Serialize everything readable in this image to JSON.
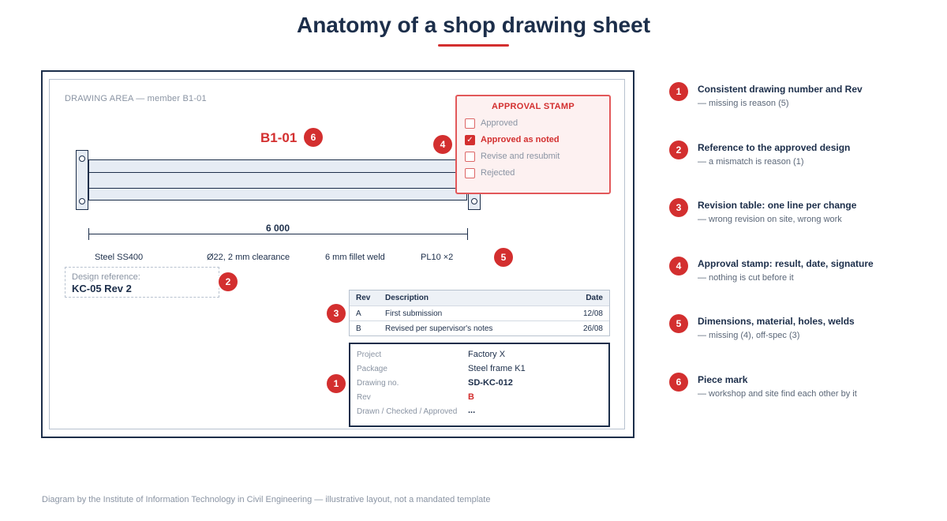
{
  "title": "Anatomy of a shop drawing sheet",
  "sheet": {
    "area_label": "DRAWING AREA — member B1-01",
    "piece_mark": "B1-01",
    "dimension": "6 000",
    "specs": [
      "Steel SS400",
      "Ø22, 2 mm clearance",
      "6 mm fillet weld",
      "PL10 ×2"
    ],
    "design_reference": {
      "label": "Design reference:",
      "value": "KC-05 Rev 2"
    },
    "approval_stamp": {
      "title": "APPROVAL STAMP",
      "options": [
        {
          "label": "Approved",
          "checked": false
        },
        {
          "label": "Approved as noted",
          "checked": true
        },
        {
          "label": "Revise and resubmit",
          "checked": false
        },
        {
          "label": "Rejected",
          "checked": false
        }
      ],
      "check_glyph": "✓"
    },
    "revision_table": {
      "headers": {
        "rev": "Rev",
        "description": "Description",
        "date": "Date"
      },
      "rows": [
        {
          "rev": "A",
          "description": "First submission",
          "date": "12/08"
        },
        {
          "rev": "B",
          "description": "Revised per supervisor's notes",
          "date": "26/08"
        }
      ]
    },
    "title_block": [
      {
        "label": "Project",
        "value": "Factory X"
      },
      {
        "label": "Package",
        "value": "Steel frame K1"
      },
      {
        "label": "Drawing no.",
        "value": "SD-KC-012"
      },
      {
        "label": "Rev",
        "value": "B"
      },
      {
        "label": "Drawn / Checked / Approved",
        "value": "..."
      }
    ]
  },
  "badges": [
    "1",
    "2",
    "3",
    "4",
    "5",
    "6"
  ],
  "legend": [
    {
      "number": "1",
      "title": "Consistent drawing number and Rev",
      "note": "— missing is reason (5)"
    },
    {
      "number": "2",
      "title": "Reference to the approved design",
      "note": "— a mismatch is reason (1)"
    },
    {
      "number": "3",
      "title": "Revision table: one line per change",
      "note": "— wrong revision on site, wrong work"
    },
    {
      "number": "4",
      "title": "Approval stamp: result, date, signature",
      "note": "— nothing is cut before it"
    },
    {
      "number": "5",
      "title": "Dimensions, material, holes, welds",
      "note": "— missing (4), off-spec (3)"
    },
    {
      "number": "6",
      "title": "Piece mark",
      "note": "— workshop and site find each other by it"
    }
  ],
  "footer": "Diagram by the Institute of Information Technology in Civil Engineering — illustrative layout, not a mandated template",
  "colors": {
    "accent": "#d32f2f",
    "navy": "#1c2e4a",
    "muted": "#8a94a3"
  }
}
